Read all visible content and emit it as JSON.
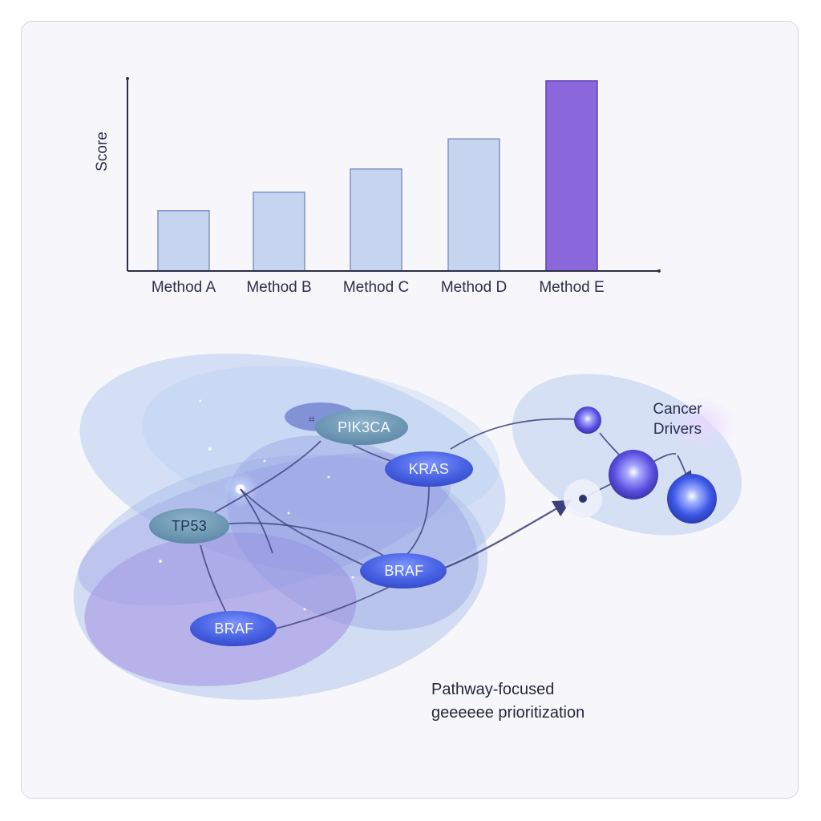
{
  "chart_data": {
    "type": "bar",
    "ylabel": "Score",
    "categories": [
      "Method A",
      "Method B",
      "Method C",
      "Method D",
      "Method E"
    ],
    "values": [
      26,
      34,
      44,
      57,
      82
    ],
    "ylim": [
      0,
      83
    ],
    "grid": false,
    "highlight": "Method E",
    "colors": {
      "bar": "#c7d4ef",
      "bar_border": "#7e93c7",
      "highlight": "#8a68dc",
      "highlight_border": "#5e43b0",
      "axis": "#2c2f44"
    }
  },
  "network": {
    "nodes": [
      {
        "id": "pik3ca",
        "label": "PIK3CA"
      },
      {
        "id": "kras",
        "label": "KRAS"
      },
      {
        "id": "tp53",
        "label": "TP53"
      },
      {
        "id": "braf1",
        "label": "BRAF"
      },
      {
        "id": "braf2",
        "label": "BRAF"
      }
    ],
    "drivers_label": "Cancer\nDrivers",
    "caption_line1": "Pathway-focused",
    "caption_line2": "geeeeee prioritization",
    "colors": {
      "cluster": "#a9c2ee",
      "cluster_purple": "#a18ee0",
      "node": "#4a62e0",
      "node_teal": "#5b8aa8",
      "edge": "#3d3f7a"
    }
  }
}
